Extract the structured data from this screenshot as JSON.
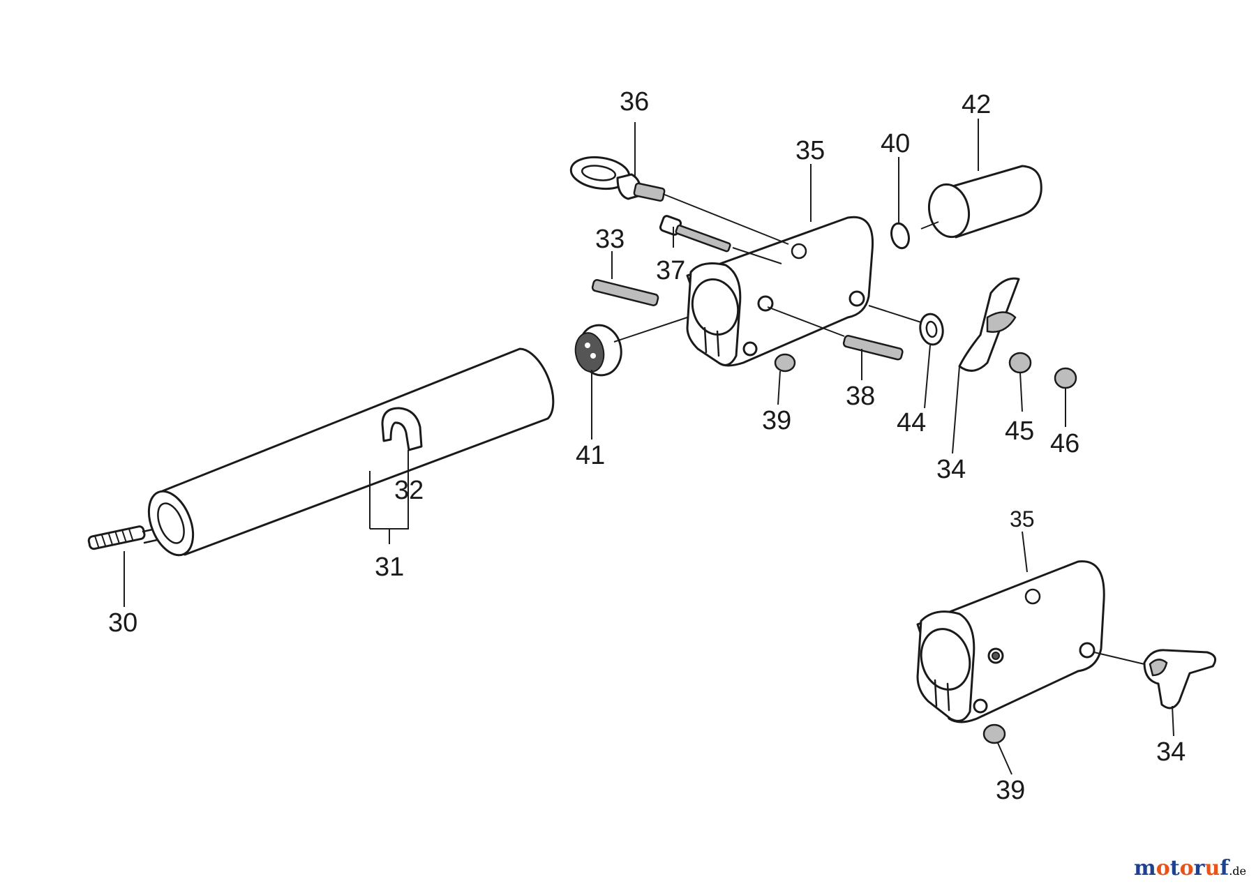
{
  "diagram": {
    "labels": {
      "l30": "30",
      "l31": "31",
      "l32": "32",
      "l33": "33",
      "l34a": "34",
      "l34b": "34",
      "l35a": "35",
      "l35b": "35",
      "l36": "36",
      "l37": "37",
      "l38": "38",
      "l39a": "39",
      "l39b": "39",
      "l40": "40",
      "l41": "41",
      "l42": "42",
      "l44": "44",
      "l45": "45",
      "l46": "46"
    }
  },
  "watermark": {
    "segments": [
      {
        "text": "m",
        "color": "#1f3f8f"
      },
      {
        "text": "o",
        "color": "#e8531a"
      },
      {
        "text": "t",
        "color": "#1f3f8f"
      },
      {
        "text": "o",
        "color": "#e8531a"
      },
      {
        "text": "r",
        "color": "#1f3f8f"
      },
      {
        "text": "u",
        "color": "#e8531a"
      },
      {
        "text": "f",
        "color": "#1f3f8f"
      }
    ],
    "tld": ".de"
  }
}
